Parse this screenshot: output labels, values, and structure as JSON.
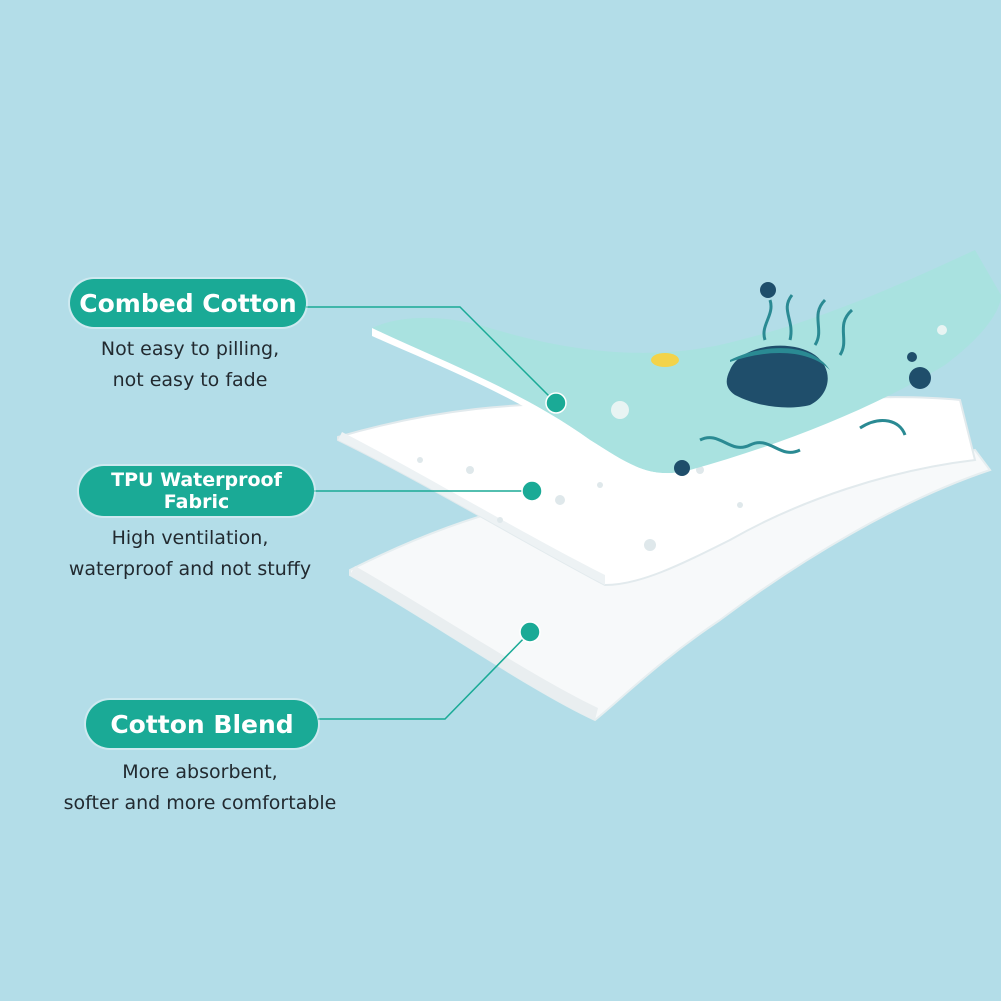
{
  "layers": [
    {
      "title": "Combed Cotton",
      "description": [
        "Not easy to pilling,",
        "not easy to fade"
      ]
    },
    {
      "title_lines": [
        "TPU Waterproof",
        "Fabric"
      ],
      "description": [
        "High ventilation,",
        "waterproof and not stuffy"
      ]
    },
    {
      "title": "Cotton Blend",
      "description": [
        "More absorbent,",
        "softer and more comfortable"
      ]
    }
  ],
  "colors": {
    "background": "#b3dde8",
    "accent": "#1aaa96",
    "top_layer": "#a9e2e0",
    "pattern_dark": "#1f4e6b",
    "white_layer": "#ffffff"
  }
}
